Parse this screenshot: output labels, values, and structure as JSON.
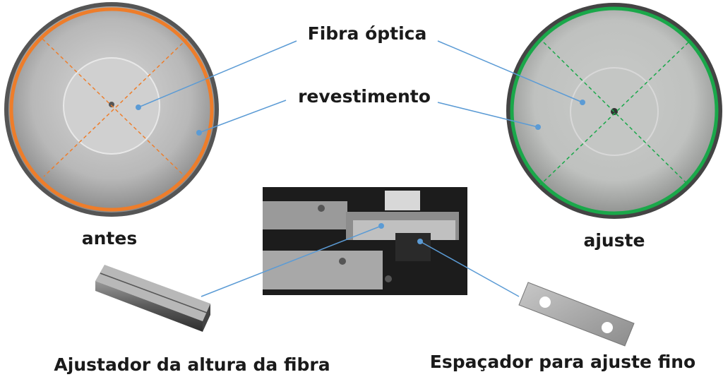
{
  "labels": {
    "fiber": "Fibra óptica",
    "cladding": "revestimento",
    "before": "antes",
    "adjusted": "ajuste",
    "height_adjuster": "Ajustador da altura da fibra",
    "fine_spacer": "Espaçador para ajuste fino"
  },
  "colors": {
    "before_ring": "#ee7d2a",
    "after_ring": "#1aa84a",
    "leader": "#5b9bd5"
  }
}
